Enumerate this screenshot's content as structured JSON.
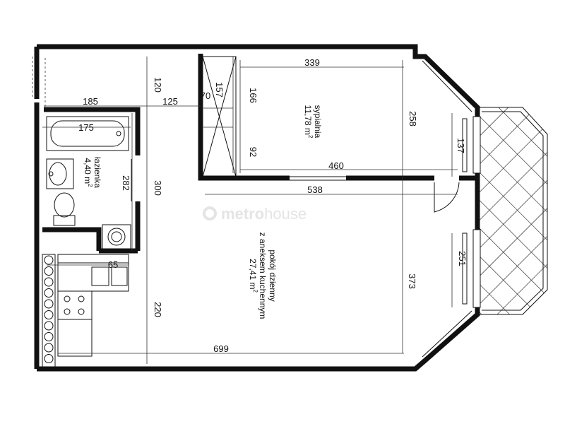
{
  "rooms": {
    "bedroom": {
      "name": "sypialnia",
      "area": "11,78 m",
      "area_sup": "2"
    },
    "bathroom": {
      "name": "łazienka",
      "area": "4,40 m",
      "area_sup": "2"
    },
    "living": {
      "name_line1": "pokój dzienny",
      "name_line2": "z aneksem kuchennym",
      "area": "27,41 m",
      "area_sup": "2"
    }
  },
  "dimensions": {
    "d339": "339",
    "d120": "120",
    "d157": "157",
    "d70": "70",
    "d166": "166",
    "d185": "185",
    "d125": "125",
    "d175": "175",
    "d258": "258",
    "d137": "137",
    "d92": "92",
    "d460": "460",
    "d282": "282",
    "d300": "300",
    "d538": "538",
    "d251": "251",
    "d65": "65",
    "d373": "373",
    "d220": "220",
    "d699": "699"
  },
  "watermark": {
    "part1": "metro",
    "part2": "house"
  },
  "colors": {
    "wall": "#111111",
    "watermark": "#e4e4e4"
  }
}
